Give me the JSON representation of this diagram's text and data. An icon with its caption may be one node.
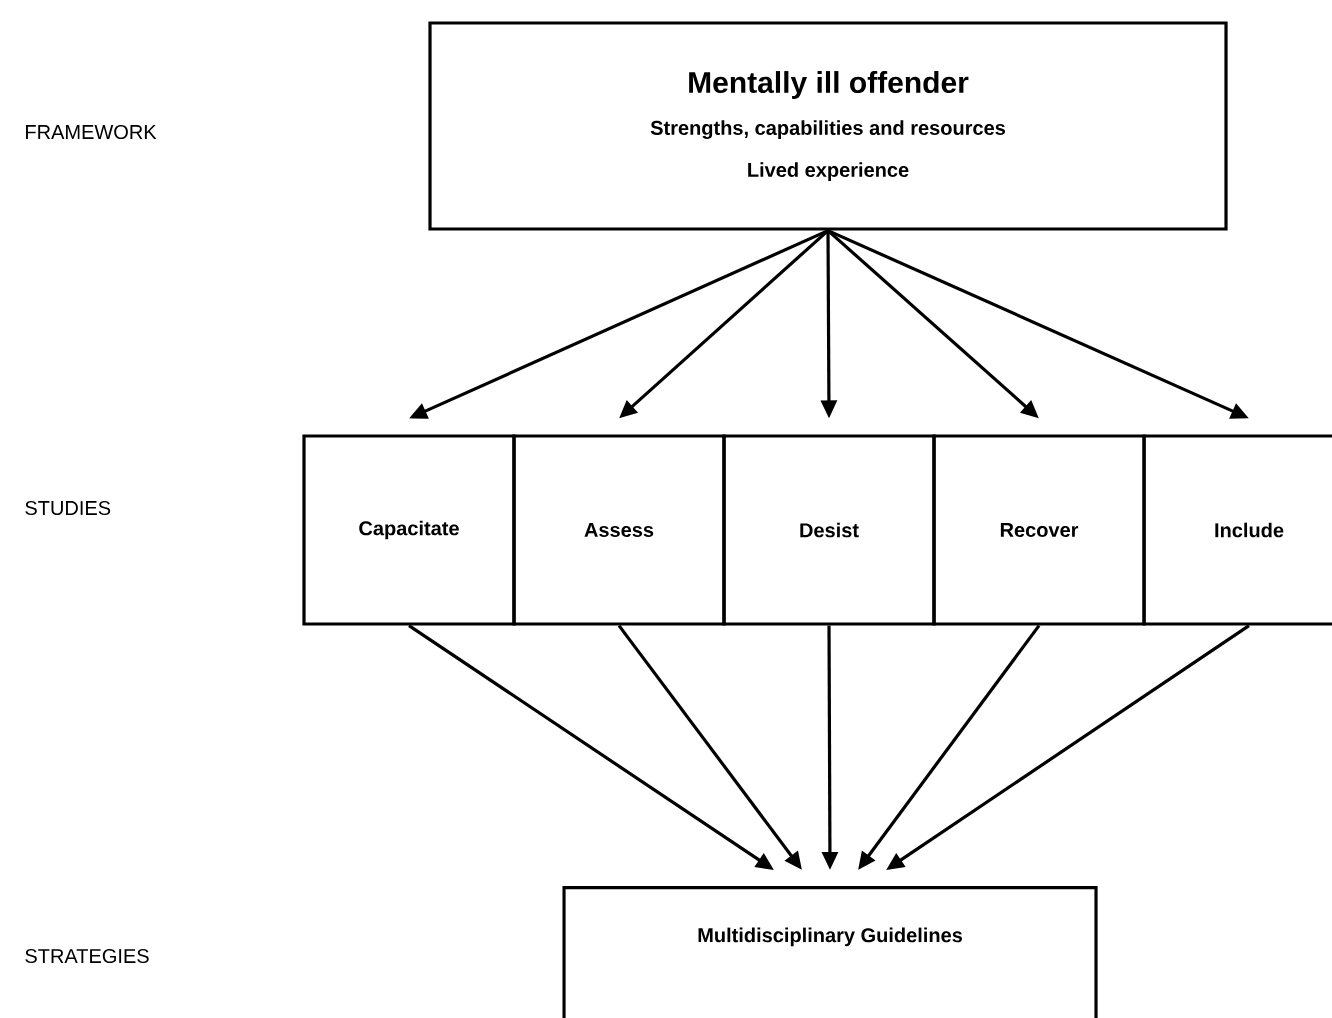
{
  "diagram": {
    "nodes": [
      {
        "text": [
          "**Mentally ill** offender",
          "Strengths, capabilities and resources",
          "Lived experience"
        ]
      },
      {
        "text": [
          "Capacitate"
        ]
      },
      {
        "text": [
          "Assess"
        ]
      },
      {
        "text": [
          "Desist"
        ]
      },
      {
        "text": [
          "Recover"
        ]
      },
      {
        "text": [
          "Include"
        ]
      },
      {
        "text": [
          "Multidisciplinary Guidelines"
        ]
      }
    ],
    "edges": [
      {
        "from": 0,
        "to": 1,
        "arrow": "to"
      },
      {
        "from": 0,
        "to": 2,
        "arrow": "to"
      },
      {
        "from": 0,
        "to": 3,
        "arrow": "to"
      },
      {
        "from": 0,
        "to": 4,
        "arrow": "to"
      },
      {
        "from": 0,
        "to": 5,
        "arrow": "to"
      },
      {
        "from": 1,
        "to": 6,
        "arrow": "to"
      },
      {
        "from": 2,
        "to": 6,
        "arrow": "to"
      },
      {
        "from": 3,
        "to": 6,
        "arrow": "to"
      },
      {
        "from": 4,
        "to": 6,
        "arrow": "to"
      },
      {
        "from": 5,
        "to": 6,
        "arrow": "to"
      }
    ],
    "labels": [
      "FRAMEWORK",
      "STUDIES",
      "STRATEGIES"
    ]
  }
}
